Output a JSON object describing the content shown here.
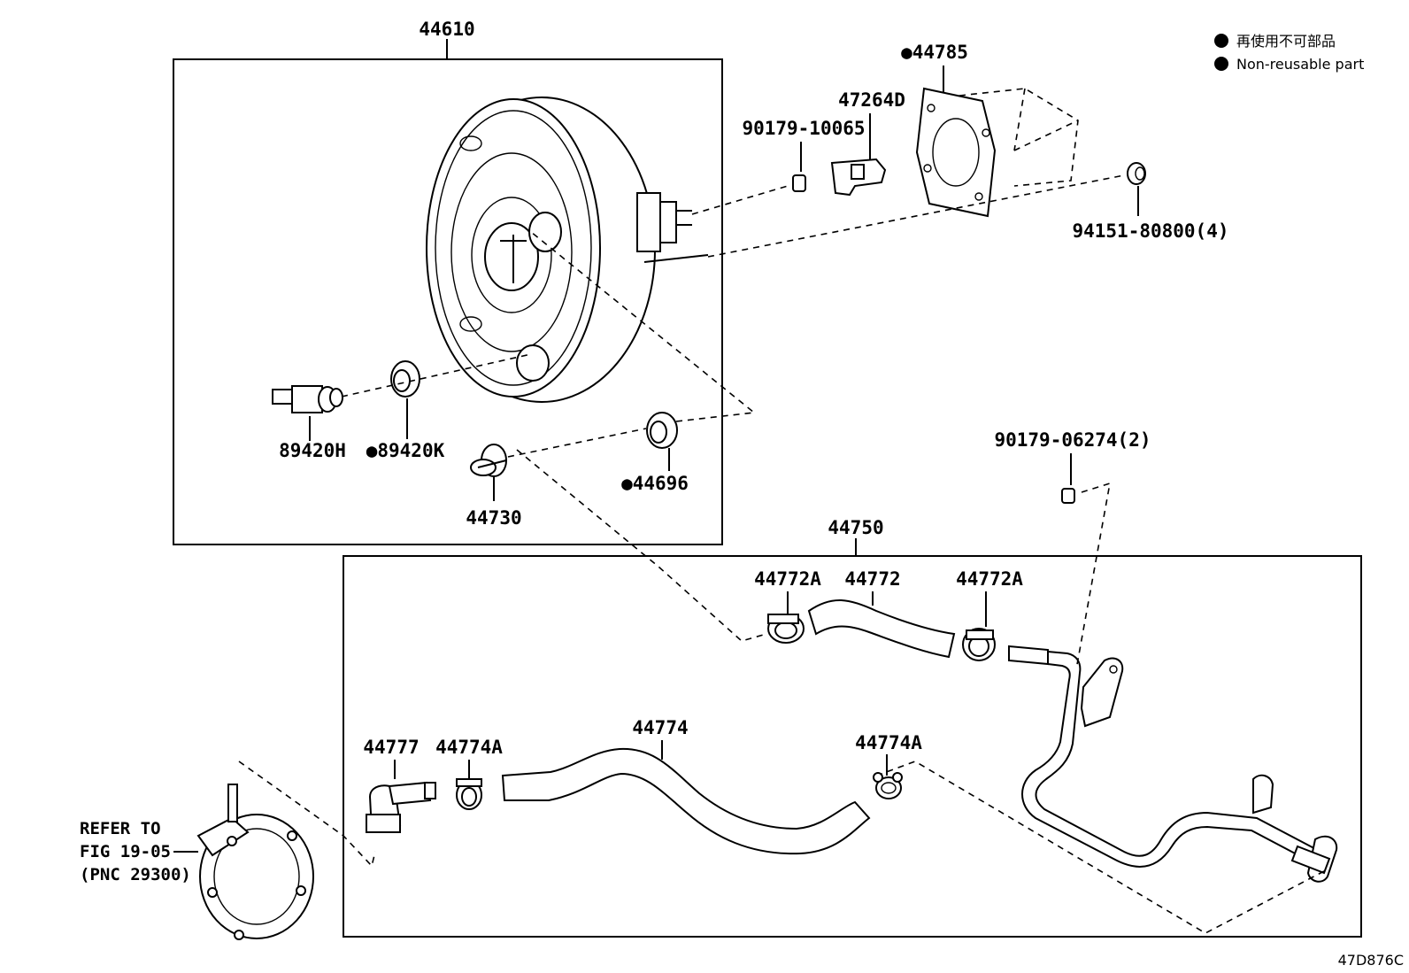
{
  "legend": {
    "marker_color": "#000000",
    "jp_text": "再使用不可部品",
    "en_text": "Non-reusable part"
  },
  "figure_code": "47D876C",
  "refer_note": [
    "REFER TO",
    "FIG 19-05",
    "(PNC 29300)"
  ],
  "parts": {
    "booster_assembly": "44610",
    "gasket": "●44785",
    "bracket": "47264D",
    "nut_top": "90179-10065",
    "nut_right": "94151-80800(4)",
    "sensor": "89420H",
    "grommet_sensor": "●89420K",
    "check_valve": "44730",
    "grommet_valve": "●44696",
    "nut_hose": "90179-06274(2)",
    "hose_assembly": "44750",
    "clip_left": "44772A",
    "hose_upper": "44772",
    "clip_right": "44772A",
    "connector": "44777",
    "clip_lower_left": "44774A",
    "hose_lower": "44774",
    "clip_lower_right": "44774A"
  }
}
